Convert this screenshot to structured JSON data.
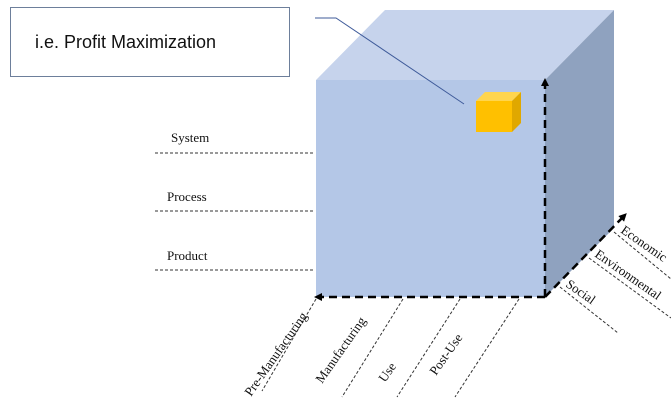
{
  "callout": {
    "text": "i.e. Profit Maximization"
  },
  "vertical_axis_labels": [
    "System",
    "Process",
    "Product"
  ],
  "horizontal_axis_labels": [
    "Pre-Manufacturing",
    "Manufacturing",
    "Use",
    "Post-Use"
  ],
  "depth_axis_labels": [
    "Economic",
    "Environmental",
    "Social"
  ],
  "colors": {
    "cube_front": "#b4c7e7",
    "cube_top": "#c6d3ec",
    "cube_side": "#8fa2bf",
    "highlight_cube_front": "#ffc000",
    "highlight_cube_top": "#ffd54d",
    "highlight_cube_side": "#e0a800",
    "axis": "#000000",
    "callout_border": "#6d7f9b",
    "leader_line": "#3f5b9a"
  }
}
